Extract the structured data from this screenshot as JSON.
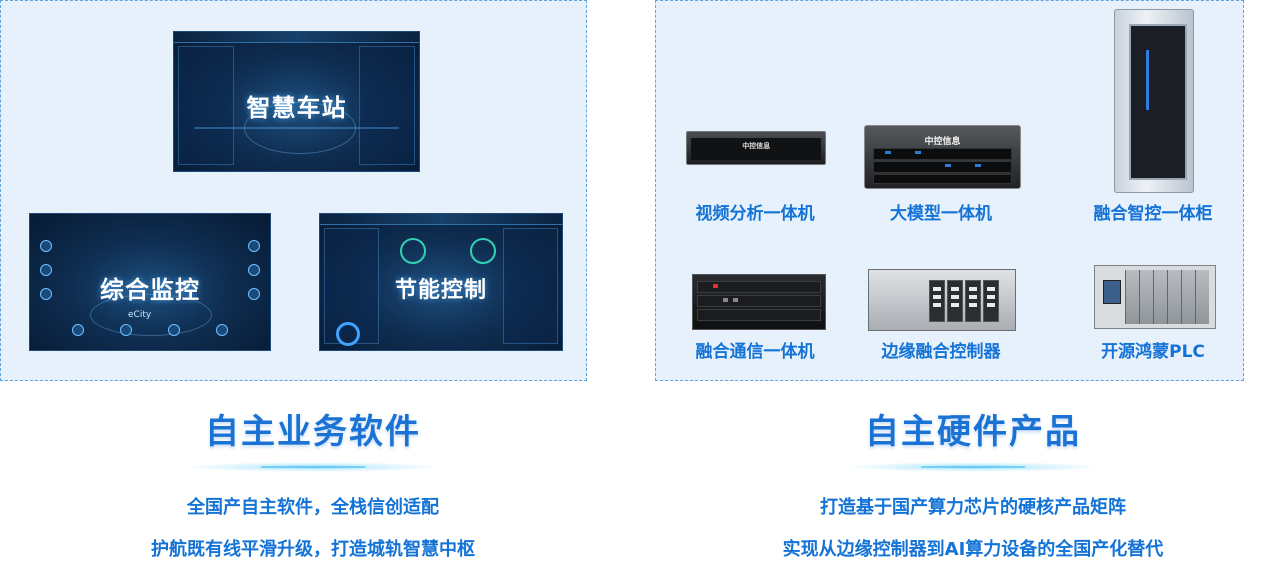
{
  "left_panel": {
    "screens": [
      {
        "label": "智慧车站"
      },
      {
        "label": "综合监控",
        "sub_brand": "eCity"
      },
      {
        "label": "节能控制"
      }
    ],
    "heading": "自主业务软件",
    "lines": [
      "全国产自主软件，全栈信创适配",
      "护航既有线平滑升级，打造城轨智慧中枢"
    ]
  },
  "right_panel": {
    "products": [
      {
        "label": "视频分析一体机",
        "brand": "中控信息"
      },
      {
        "label": "大模型一体机",
        "brand": "中控信息"
      },
      {
        "label": "融合智控一体柜"
      },
      {
        "label": "融合通信一体机"
      },
      {
        "label": "边缘融合控制器"
      },
      {
        "label": "开源鸿蒙PLC"
      }
    ],
    "heading": "自主硬件产品",
    "lines": [
      "打造基于国产算力芯片的硬核产品矩阵",
      "实现从边缘控制器到AI算力设备的全国产化替代"
    ]
  },
  "colors": {
    "accent": "#1473d6",
    "panel_bg": "#e6f1fc",
    "panel_border": "#5fa3df",
    "glow": "#59c6f2"
  }
}
